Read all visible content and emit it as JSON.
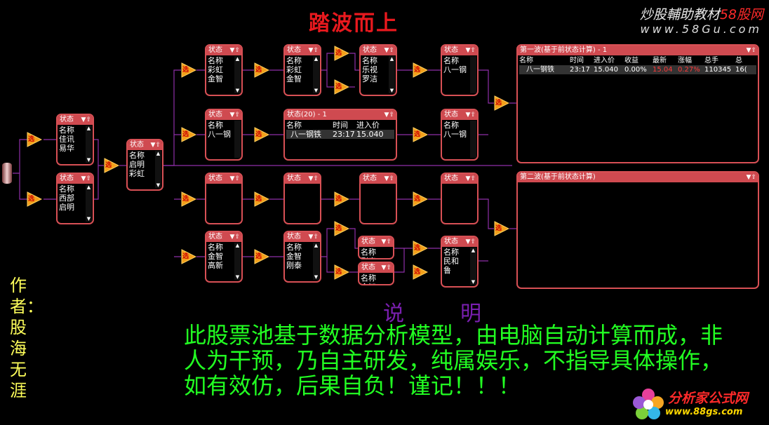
{
  "title": "踏波而上",
  "brand": {
    "line1_prefix": "炒股輔助教材",
    "line1_site": "58股网",
    "line2": "www.58Gu.com"
  },
  "author": "作者：股海无涯",
  "explain_title": "说明",
  "explain_text": "此股票池基于数据分析模型，由电脑自动计算而成，非人为干预，乃自主研发，纯属娱乐，不指导具体操作，如有效仿，后果自负！谨记！！！",
  "logo": {
    "name": "分析家公式网",
    "url": "www.88gs.com"
  },
  "node_label": "选",
  "state_label": "状态",
  "col_name": "名称",
  "boxes": {
    "c1a": [
      "佳讯",
      "易华"
    ],
    "c1b": [
      "西部",
      "启明"
    ],
    "c2": [
      "启明",
      "彩虹"
    ],
    "c3a": [
      "彩虹",
      "金智"
    ],
    "c3b": [
      "八一钢"
    ],
    "c3d": [
      "金智",
      "高新"
    ],
    "c4a": [
      "彩虹",
      "金智"
    ],
    "c4d": [
      "金智",
      "刚泰"
    ],
    "c5a": [
      "乐视",
      "罗洁"
    ],
    "c5d1": [
      "刚泰"
    ],
    "c5d2": [
      "金智"
    ],
    "c6a": [
      "八一钢"
    ],
    "c6b": [
      "八一钢"
    ],
    "c6d": [
      "民和",
      "鲁"
    ]
  },
  "mid_table": {
    "header": "状态(20) - 1",
    "columns": [
      "名称",
      "时间",
      "进入价"
    ],
    "row": [
      "八一钢铁",
      "23:17",
      "15.040"
    ]
  },
  "wave1": {
    "header": "第一波(基于前状态计算) - 1",
    "columns": [
      "名称",
      "时间",
      "进入价",
      "收益",
      "最新",
      "涨幅",
      "总手",
      "总"
    ],
    "row": [
      "八一钢铁",
      "23:17",
      "15.040",
      "0.00%",
      "15.04",
      "0.27%",
      "110345",
      "16("
    ]
  },
  "wave2": {
    "header": "第二波(基于前状态计算)"
  },
  "colors": {
    "title": "#e8191e",
    "box_border": "#d85055",
    "text_green": "#22ff22",
    "author": "#ffff5a"
  }
}
